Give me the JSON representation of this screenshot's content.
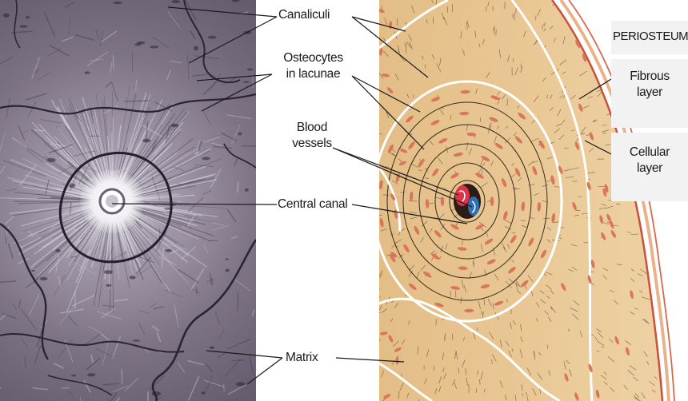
{
  "labels": {
    "canaliculi": "Canaliculi",
    "osteocytes_line1": "Osteocytes",
    "osteocytes_line2": "in lacunae",
    "blood_line1": "Blood",
    "blood_line2": "vessels",
    "central_canal": "Central canal",
    "matrix": "Matrix"
  },
  "periosteum": {
    "title": "PERIOSTEUM",
    "fibrous_line1": "Fibrous",
    "fibrous_line2": "layer",
    "cellular_line1": "Cellular",
    "cellular_line2": "layer"
  },
  "colors": {
    "micrograph_base": "#857d8c",
    "micrograph_dark": "#2a2530",
    "illustration_base": "#e9c793",
    "lamella_line": "#ffffff",
    "osteocyte": "#d9765a",
    "artery": "#d8344a",
    "vein": "#2f6fb3",
    "leader_line": "#1a1a1a"
  }
}
